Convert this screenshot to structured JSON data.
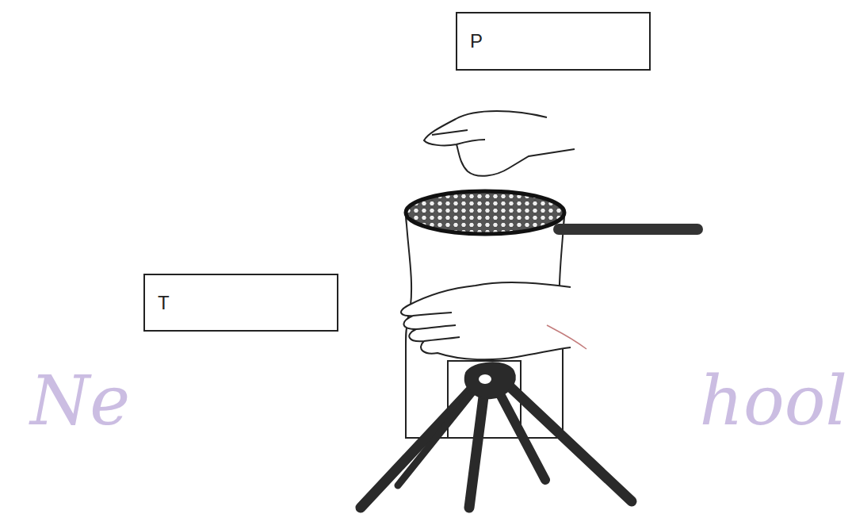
{
  "diagram": {
    "nodes": [
      {
        "text": [
          "P"
        ]
      },
      {
        "text": [
          "T"
        ]
      }
    ],
    "edges": [],
    "labels": [
      "Ne",
      "hool"
    ]
  }
}
